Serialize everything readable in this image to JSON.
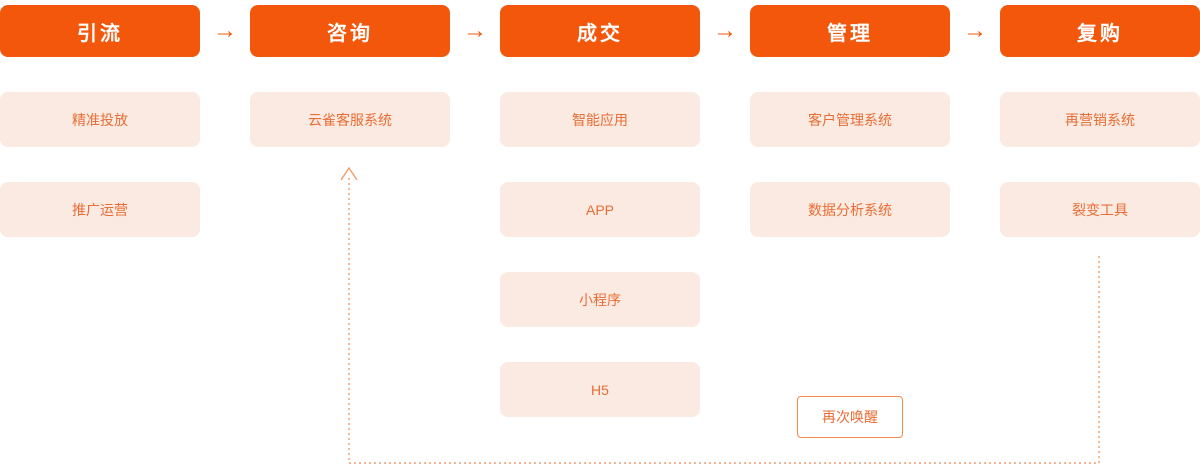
{
  "colors": {
    "accent": "#f2570c",
    "item-bg": "#faeae1",
    "item-text": "#e96d35",
    "callout-border": "#f08a4e",
    "line": "#f09c6a"
  },
  "arrow_glyph": "→",
  "columns": [
    {
      "header": "引流",
      "items": [
        "精准投放",
        "推广运营"
      ]
    },
    {
      "header": "咨询",
      "items": [
        "云雀客服系统"
      ]
    },
    {
      "header": "成交",
      "items": [
        "智能应用",
        "APP",
        "小程序",
        "H5"
      ]
    },
    {
      "header": "管理",
      "items": [
        "客户管理系统",
        "数据分析系统"
      ]
    },
    {
      "header": "复购",
      "items": [
        "再营销系统",
        "裂变工具"
      ]
    }
  ],
  "callout": {
    "label": "再次唤醒"
  }
}
